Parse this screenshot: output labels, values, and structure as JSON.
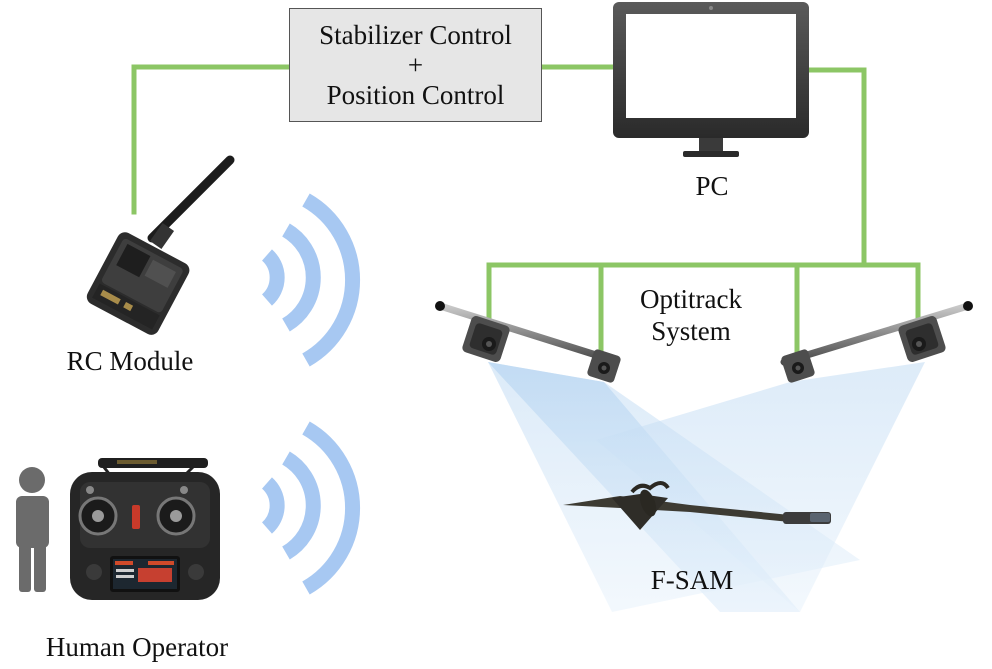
{
  "control_box": {
    "line1": "Stabilizer Control",
    "line2": "+",
    "line3": "Position Control"
  },
  "labels": {
    "pc": "PC",
    "rc_module": "RC Module",
    "human_operator": "Human Operator",
    "optitrack_line1": "Optitrack",
    "optitrack_line2": "System",
    "fsam": "F-SAM"
  },
  "colors": {
    "connection_line": "#8cc665",
    "wireless_waves": "#a7c8f2",
    "camera_fov": "#cfe3f6",
    "box_fill": "#e6e6e6",
    "device_dark": "#2a2a2a",
    "person": "#6b6b6b"
  },
  "icons": {
    "pc": "monitor-icon",
    "rc_module": "rc-module-icon",
    "operator": "person-icon",
    "transmitter": "rc-transmitter-icon",
    "wireless": "wireless-signal-icon",
    "camera": "optitrack-camera-icon",
    "aircraft": "f-sam-aircraft-icon"
  }
}
